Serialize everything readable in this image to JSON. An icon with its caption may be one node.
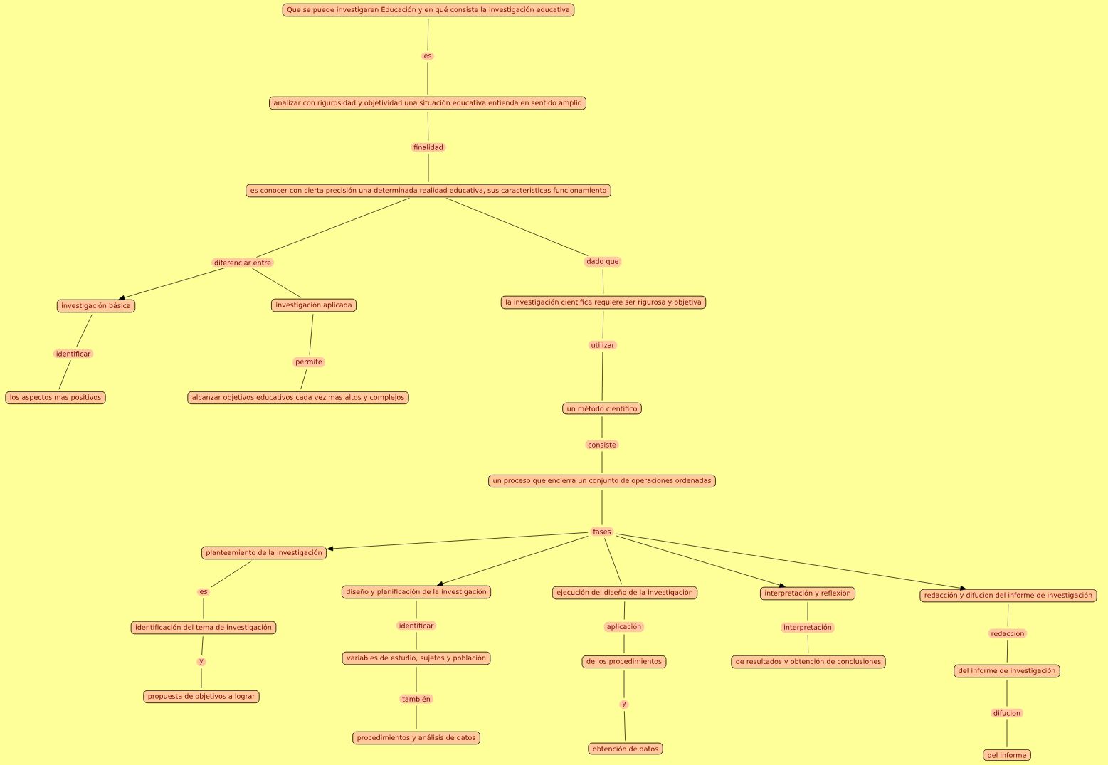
{
  "diagram": {
    "nodes": [
      {
        "text": [
          "Que se puede investigaren Educación y en qué consiste la investigación educativa"
        ]
      },
      {
        "text": [
          "es"
        ]
      },
      {
        "text": [
          "analizar con rigurosidad y objetividad una situación educativa entienda en sentido amplio"
        ]
      },
      {
        "text": [
          "finalidad"
        ]
      },
      {
        "text": [
          "es conocer con cierta precisión una determinada realidad educativa, sus caracteristicas funcionamiento"
        ]
      },
      {
        "text": [
          "diferenciar entre"
        ]
      },
      {
        "text": [
          "dado que"
        ]
      },
      {
        "text": [
          "investigación básica"
        ]
      },
      {
        "text": [
          "investigación aplicada"
        ]
      },
      {
        "text": [
          "la investigación cientifica requiere ser rigurosa y objetiva"
        ]
      },
      {
        "text": [
          "identificar"
        ]
      },
      {
        "text": [
          "permite"
        ]
      },
      {
        "text": [
          "los aspectos mas positivos"
        ]
      },
      {
        "text": [
          "alcanzar objetivos educativos cada vez mas altos y complejos"
        ]
      },
      {
        "text": [
          "utilizar"
        ]
      },
      {
        "text": [
          "un método cientifico"
        ]
      },
      {
        "text": [
          "consiste"
        ]
      },
      {
        "text": [
          "un proceso que encierra un conjunto de operaciones ordenadas"
        ]
      },
      {
        "text": [
          "fases"
        ]
      },
      {
        "text": [
          "planteamiento de la investigación"
        ]
      },
      {
        "text": [
          "diseño y planificación de la investigación"
        ]
      },
      {
        "text": [
          "ejecución del diseño de la investigación"
        ]
      },
      {
        "text": [
          "interpretación y reflexión"
        ]
      },
      {
        "text": [
          "redacción y difucion del informe de investigación"
        ]
      },
      {
        "text": [
          "es"
        ]
      },
      {
        "text": [
          "identificar"
        ]
      },
      {
        "text": [
          "aplicación"
        ]
      },
      {
        "text": [
          "interpretación"
        ]
      },
      {
        "text": [
          "redacción"
        ]
      },
      {
        "text": [
          "identificación del tema de investigación"
        ]
      },
      {
        "text": [
          "variables de estudio, sujetos y población"
        ]
      },
      {
        "text": [
          "de los procedimientos"
        ]
      },
      {
        "text": [
          "de resultados y obtención de conclusiones"
        ]
      },
      {
        "text": [
          "del informe de investigación"
        ]
      },
      {
        "text": [
          "y"
        ]
      },
      {
        "text": [
          "también"
        ]
      },
      {
        "text": [
          "y"
        ]
      },
      {
        "text": [
          "difucion"
        ]
      },
      {
        "text": [
          "propuesta de objetivos a lograr"
        ]
      },
      {
        "text": [
          "procedimientos y análisis de datos"
        ]
      },
      {
        "text": [
          "obtención de datos"
        ]
      },
      {
        "text": [
          "del informe"
        ]
      }
    ],
    "edges": [
      {
        "from": 0,
        "to": 1,
        "arrow": "none"
      },
      {
        "from": 1,
        "to": 2,
        "arrow": "none"
      },
      {
        "from": 2,
        "to": 3,
        "arrow": "none"
      },
      {
        "from": 3,
        "to": 4,
        "arrow": "none"
      },
      {
        "from": 4,
        "to": 5,
        "arrow": "none"
      },
      {
        "from": 4,
        "to": 6,
        "arrow": "none"
      },
      {
        "from": 5,
        "to": 7,
        "arrow": "to"
      },
      {
        "from": 5,
        "to": 8,
        "arrow": "none"
      },
      {
        "from": 6,
        "to": 9,
        "arrow": "none"
      },
      {
        "from": 7,
        "to": 10,
        "arrow": "none"
      },
      {
        "from": 10,
        "to": 12,
        "arrow": "none"
      },
      {
        "from": 8,
        "to": 11,
        "arrow": "none"
      },
      {
        "from": 11,
        "to": 13,
        "arrow": "none"
      },
      {
        "from": 9,
        "to": 14,
        "arrow": "none"
      },
      {
        "from": 14,
        "to": 15,
        "arrow": "none"
      },
      {
        "from": 15,
        "to": 16,
        "arrow": "none"
      },
      {
        "from": 16,
        "to": 17,
        "arrow": "none"
      },
      {
        "from": 17,
        "to": 18,
        "arrow": "none"
      },
      {
        "from": 18,
        "to": 19,
        "arrow": "to"
      },
      {
        "from": 18,
        "to": 20,
        "arrow": "to"
      },
      {
        "from": 18,
        "to": 21,
        "arrow": "none"
      },
      {
        "from": 18,
        "to": 22,
        "arrow": "to"
      },
      {
        "from": 18,
        "to": 23,
        "arrow": "to"
      },
      {
        "from": 19,
        "to": 24,
        "arrow": "none"
      },
      {
        "from": 24,
        "to": 29,
        "arrow": "none"
      },
      {
        "from": 29,
        "to": 34,
        "arrow": "none"
      },
      {
        "from": 34,
        "to": 38,
        "arrow": "none"
      },
      {
        "from": 20,
        "to": 25,
        "arrow": "none"
      },
      {
        "from": 25,
        "to": 30,
        "arrow": "none"
      },
      {
        "from": 30,
        "to": 35,
        "arrow": "none"
      },
      {
        "from": 35,
        "to": 39,
        "arrow": "none"
      },
      {
        "from": 21,
        "to": 26,
        "arrow": "none"
      },
      {
        "from": 26,
        "to": 31,
        "arrow": "none"
      },
      {
        "from": 31,
        "to": 36,
        "arrow": "none"
      },
      {
        "from": 36,
        "to": 40,
        "arrow": "none"
      },
      {
        "from": 22,
        "to": 27,
        "arrow": "none"
      },
      {
        "from": 27,
        "to": 32,
        "arrow": "none"
      },
      {
        "from": 23,
        "to": 28,
        "arrow": "none"
      },
      {
        "from": 28,
        "to": 33,
        "arrow": "none"
      },
      {
        "from": 33,
        "to": 37,
        "arrow": "none"
      },
      {
        "from": 37,
        "to": 41,
        "arrow": "none"
      }
    ]
  }
}
